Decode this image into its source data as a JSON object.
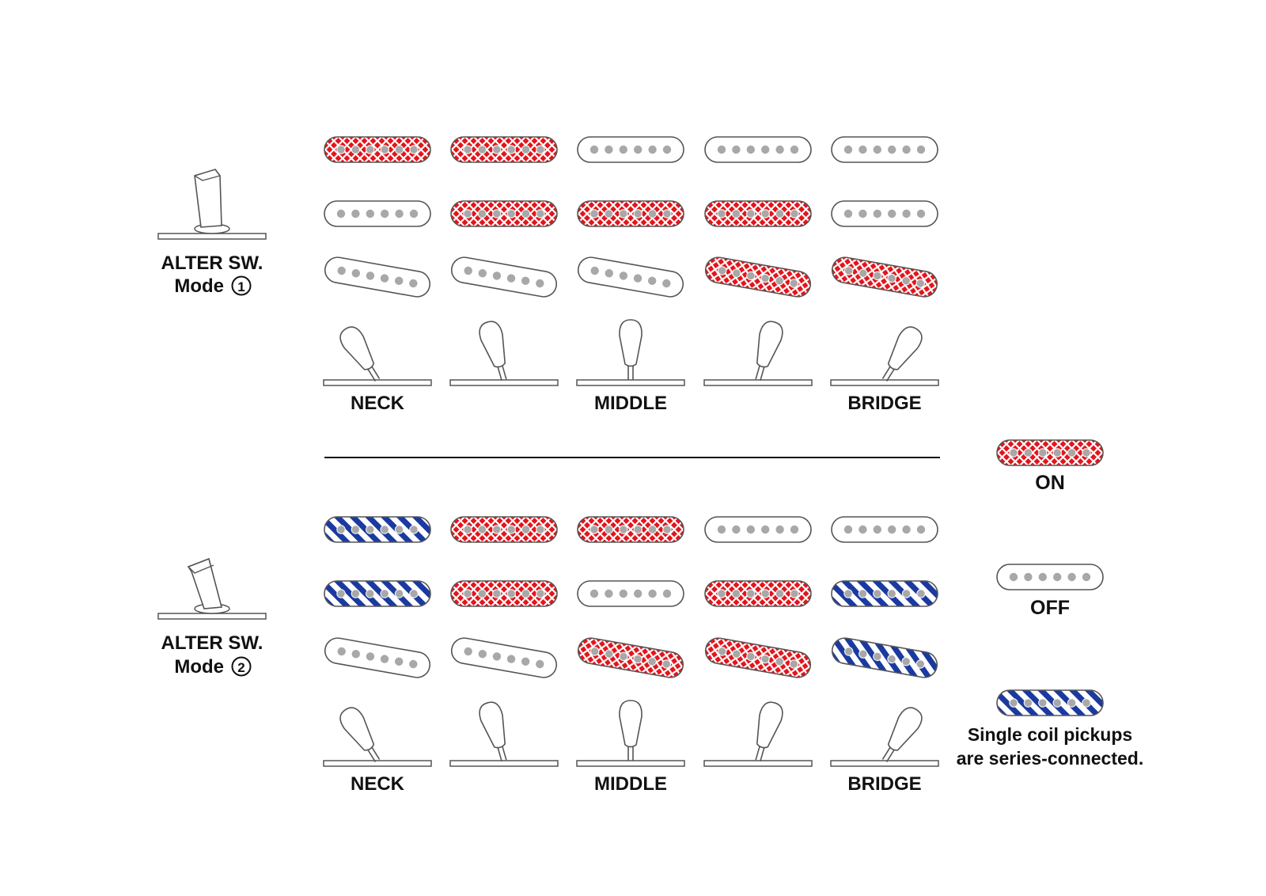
{
  "colors": {
    "on": "#e3141b",
    "series": "#1b3aa0",
    "pole": "#a8a8a8",
    "outline": "#555555",
    "ink": "#111111"
  },
  "icons": {
    "pickup": "single-coil-pickup-icon",
    "selector": "selector-switch-lever-icon",
    "alter_switch": "alter-toggle-switch-icon"
  },
  "modes": [
    {
      "title": "ALTER SW.",
      "mode_label": "Mode",
      "mode_number": "1",
      "rows": [
        [
          "on",
          "on",
          "off",
          "off",
          "off"
        ],
        [
          "off",
          "on",
          "on",
          "on",
          "off"
        ],
        [
          "off",
          "off",
          "off",
          "on",
          "on"
        ]
      ],
      "positions": [
        "NECK",
        "",
        "MIDDLE",
        "",
        "BRIDGE"
      ]
    },
    {
      "title": "ALTER SW.",
      "mode_label": "Mode",
      "mode_number": "2",
      "rows": [
        [
          "series",
          "on",
          "on",
          "off",
          "off"
        ],
        [
          "series",
          "on",
          "off",
          "on",
          "series"
        ],
        [
          "off",
          "off",
          "on",
          "on",
          "series"
        ]
      ],
      "positions": [
        "NECK",
        "",
        "MIDDLE",
        "",
        "BRIDGE"
      ]
    }
  ],
  "legend": {
    "on_label": "ON",
    "off_label": "OFF",
    "series_label_line1": "Single coil pickups",
    "series_label_line2": "are series-connected."
  }
}
